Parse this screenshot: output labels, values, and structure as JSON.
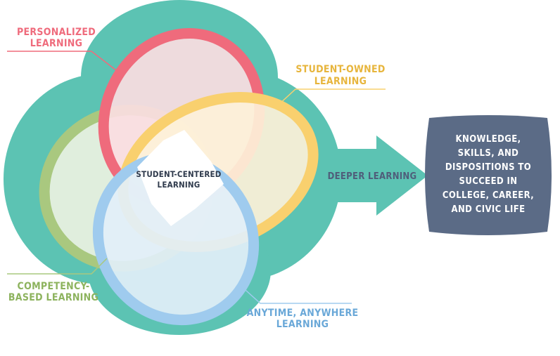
{
  "labels": {
    "personalized": [
      "PERSONALIZED",
      "LEARNING"
    ],
    "student_owned": [
      "STUDENT-OWNED",
      "LEARNING"
    ],
    "competency": [
      "COMPETENCY-",
      "BASED LEARNING"
    ],
    "anytime": [
      "ANYTIME, ANYWHERE",
      "LEARNING"
    ],
    "center": [
      "STUDENT-CENTERED",
      "LEARNING"
    ],
    "arrow": "DEEPER LEARNING",
    "outcome": [
      "KNOWLEDGE,",
      "SKILLS, AND",
      "DISPOSITIONS TO",
      "SUCCEED IN",
      "COLLEGE, CAREER,",
      "AND CIVIC LIFE"
    ]
  },
  "colors": {
    "teal": "#5cc3b3",
    "personalized": "#ef6b7c",
    "personalized_fill": "#fbdde1",
    "student_owned": "#f9d06e",
    "student_owned_fill": "#fdf1d8",
    "competency": "#a9c87f",
    "competency_fill": "#ebf2e1",
    "anytime": "#9fcbee",
    "anytime_fill": "#e2eff9",
    "outcome_box": "#5b6b86"
  }
}
